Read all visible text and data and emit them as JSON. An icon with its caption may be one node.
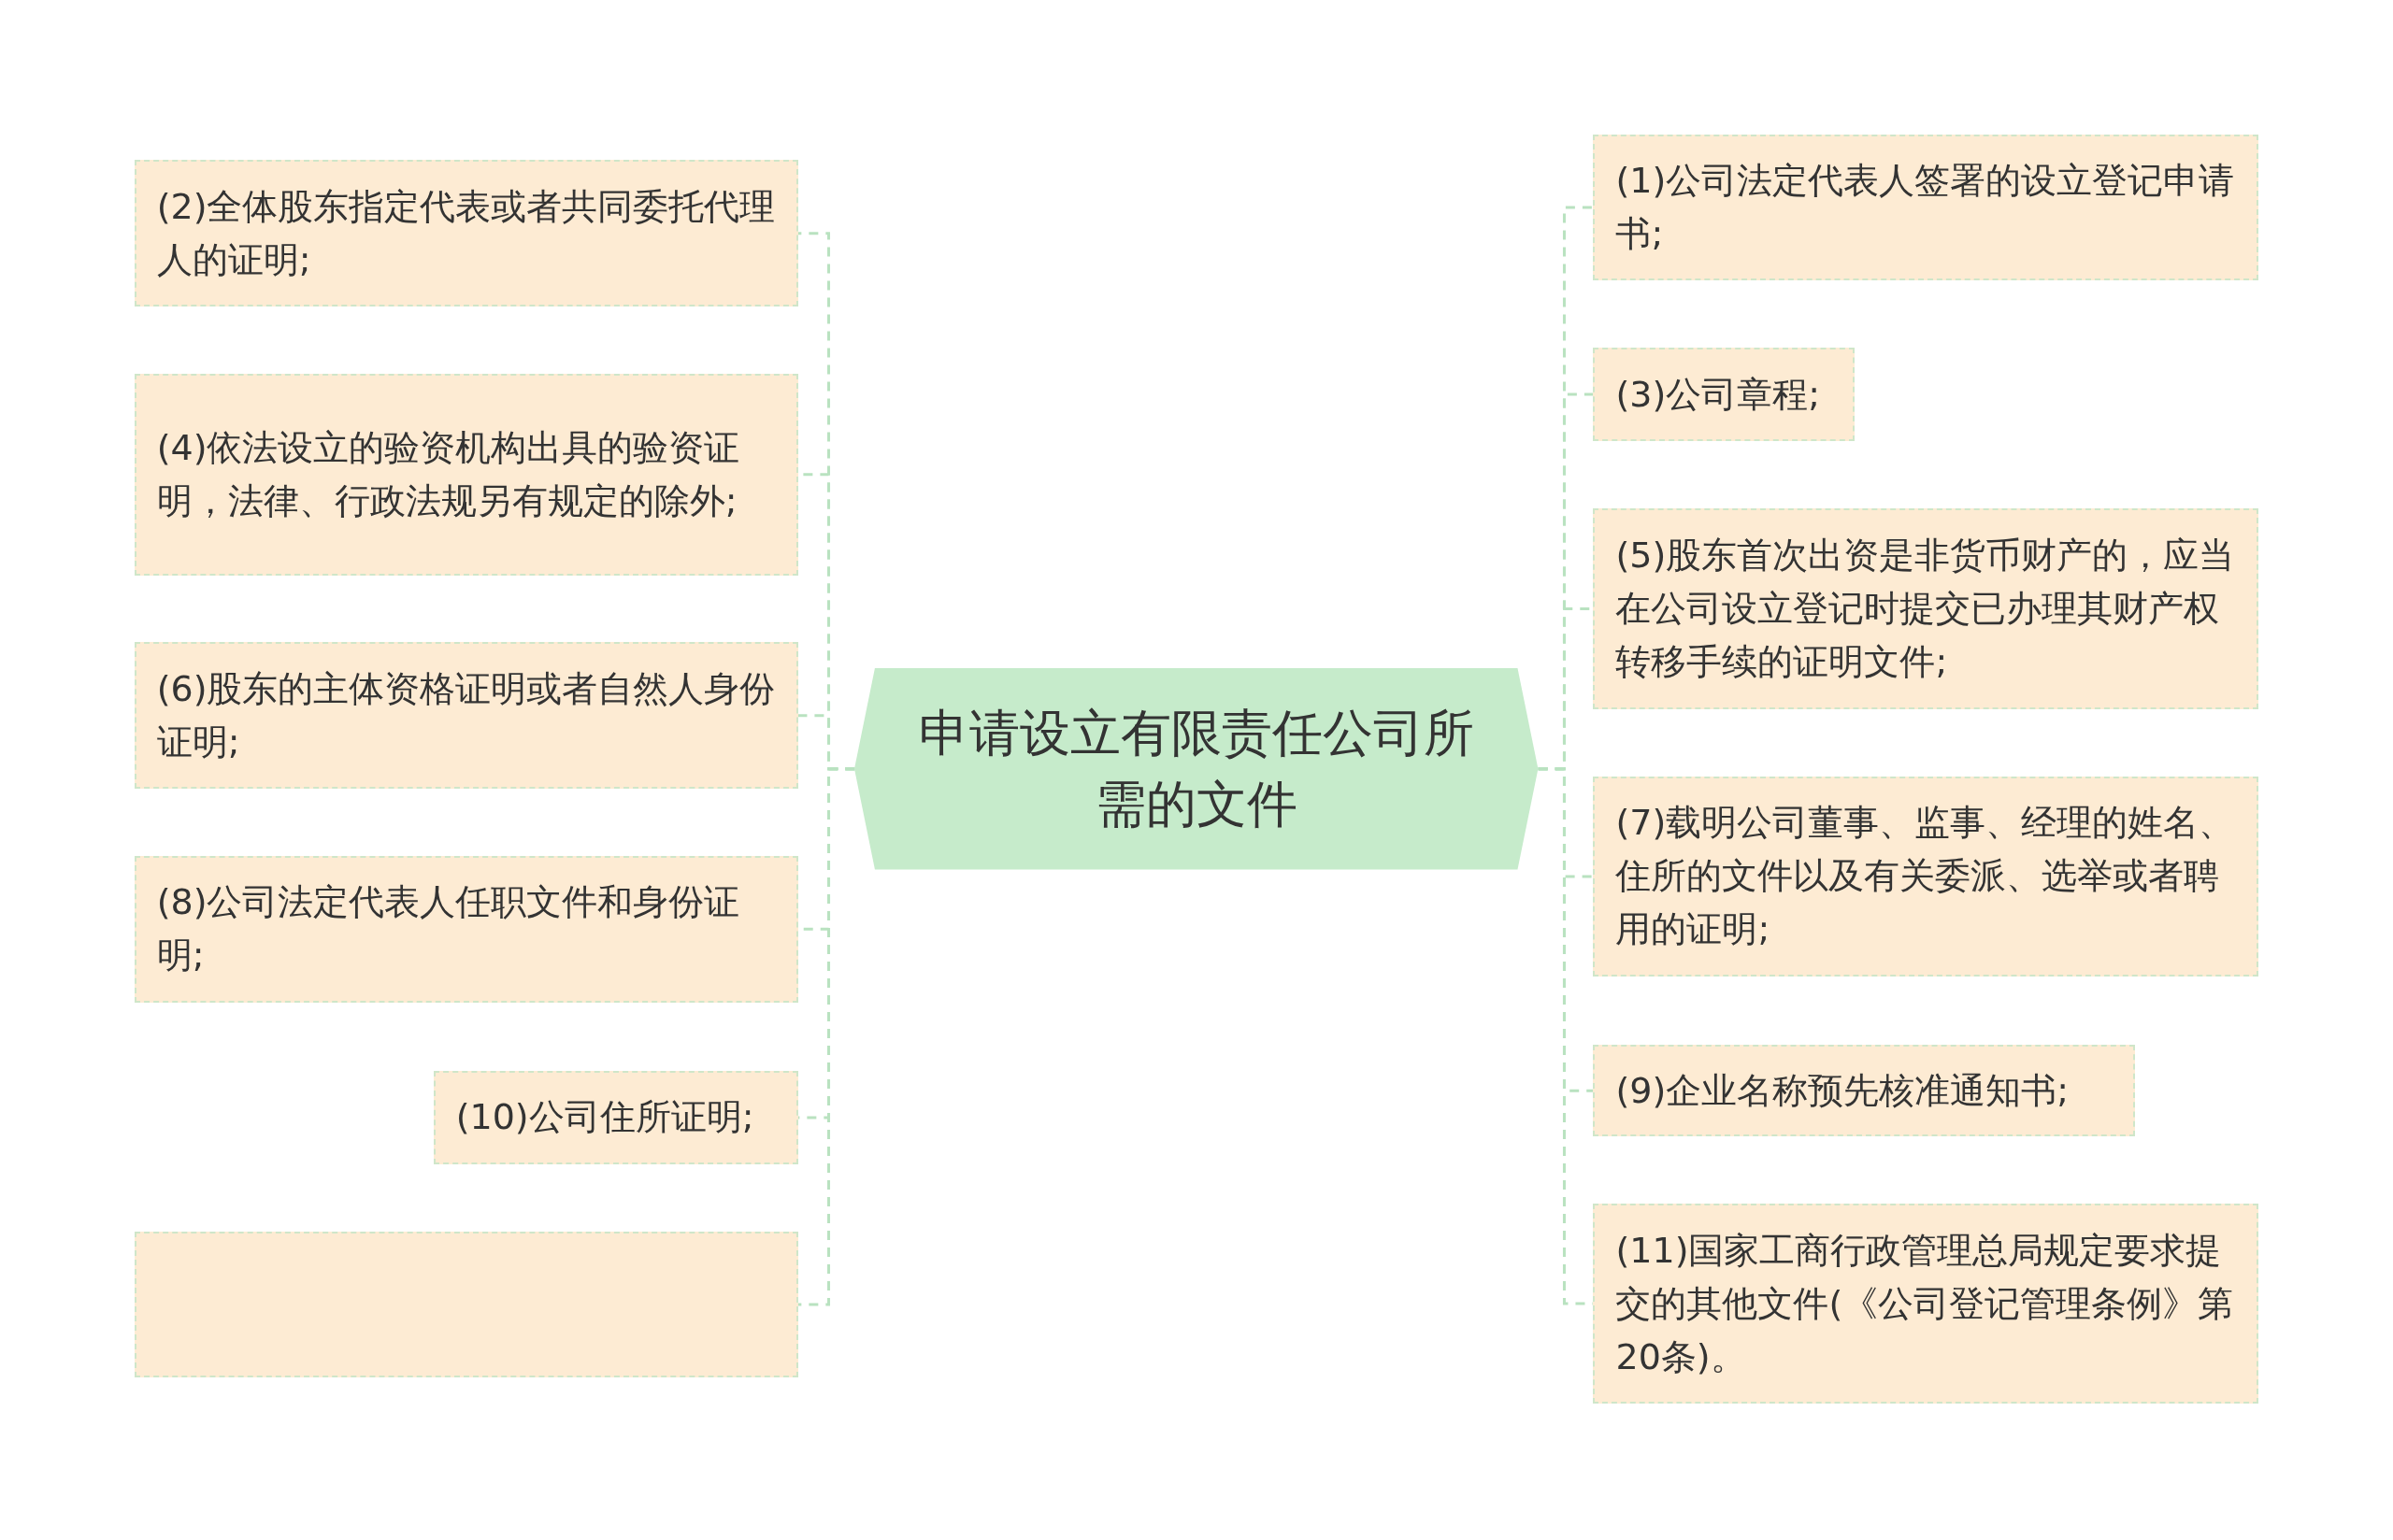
{
  "diagram": {
    "nodes": [
      {
        "text": [
          "申请设立有限责任公司所需的文件"
        ]
      },
      {
        "text": [
          "(1)公司法定代表人签署的设立登记申请书;"
        ]
      },
      {
        "text": [
          "(2)全体股东指定代表或者共同委托代理人的证明;"
        ]
      },
      {
        "text": [
          "(3)公司章程;"
        ]
      },
      {
        "text": [
          "(4)依法设立的验资机构出具的验资证明，法律、行政法规另有规定的除外;"
        ]
      },
      {
        "text": [
          "(5)股东首次出资是非货币财产的，应当在公司设立登记时提交已办理其财产权转移手续的证明文件;"
        ]
      },
      {
        "text": [
          "(6)股东的主体资格证明或者自然人身份证明;"
        ]
      },
      {
        "text": [
          "(7)载明公司董事、监事、经理的姓名、住所的文件以及有关委派、选举或者聘用的证明;"
        ]
      },
      {
        "text": [
          "(8)公司法定代表人任职文件和身份证明;"
        ]
      },
      {
        "text": [
          "(9)企业名称预先核准通知书;"
        ]
      },
      {
        "text": [
          "(10)公司住所证明;"
        ]
      },
      {
        "text": [
          "(11)国家工商行政管理总局规定要求提交的其他文件(《公司登记管理条例》第20条)。"
        ]
      },
      {
        "text": [],
        "shape": "box"
      }
    ],
    "edges": [
      {
        "from": 0,
        "to": 1,
        "arrow": "none",
        "style": "dashed"
      },
      {
        "from": 0,
        "to": 2,
        "arrow": "none",
        "style": "dashed"
      },
      {
        "from": 0,
        "to": 3,
        "arrow": "none",
        "style": "dashed"
      },
      {
        "from": 0,
        "to": 4,
        "arrow": "none",
        "style": "dashed"
      },
      {
        "from": 0,
        "to": 5,
        "arrow": "none",
        "style": "dashed"
      },
      {
        "from": 0,
        "to": 6,
        "arrow": "none",
        "style": "dashed"
      },
      {
        "from": 0,
        "to": 7,
        "arrow": "none",
        "style": "dashed"
      },
      {
        "from": 0,
        "to": 8,
        "arrow": "none",
        "style": "dashed"
      },
      {
        "from": 0,
        "to": 9,
        "arrow": "none",
        "style": "dashed"
      },
      {
        "from": 0,
        "to": 10,
        "arrow": "none",
        "style": "dashed"
      },
      {
        "from": 0,
        "to": 11,
        "arrow": "none",
        "style": "dashed"
      },
      {
        "from": 0,
        "to": 12,
        "arrow": "none",
        "style": "dashed"
      }
    ]
  }
}
